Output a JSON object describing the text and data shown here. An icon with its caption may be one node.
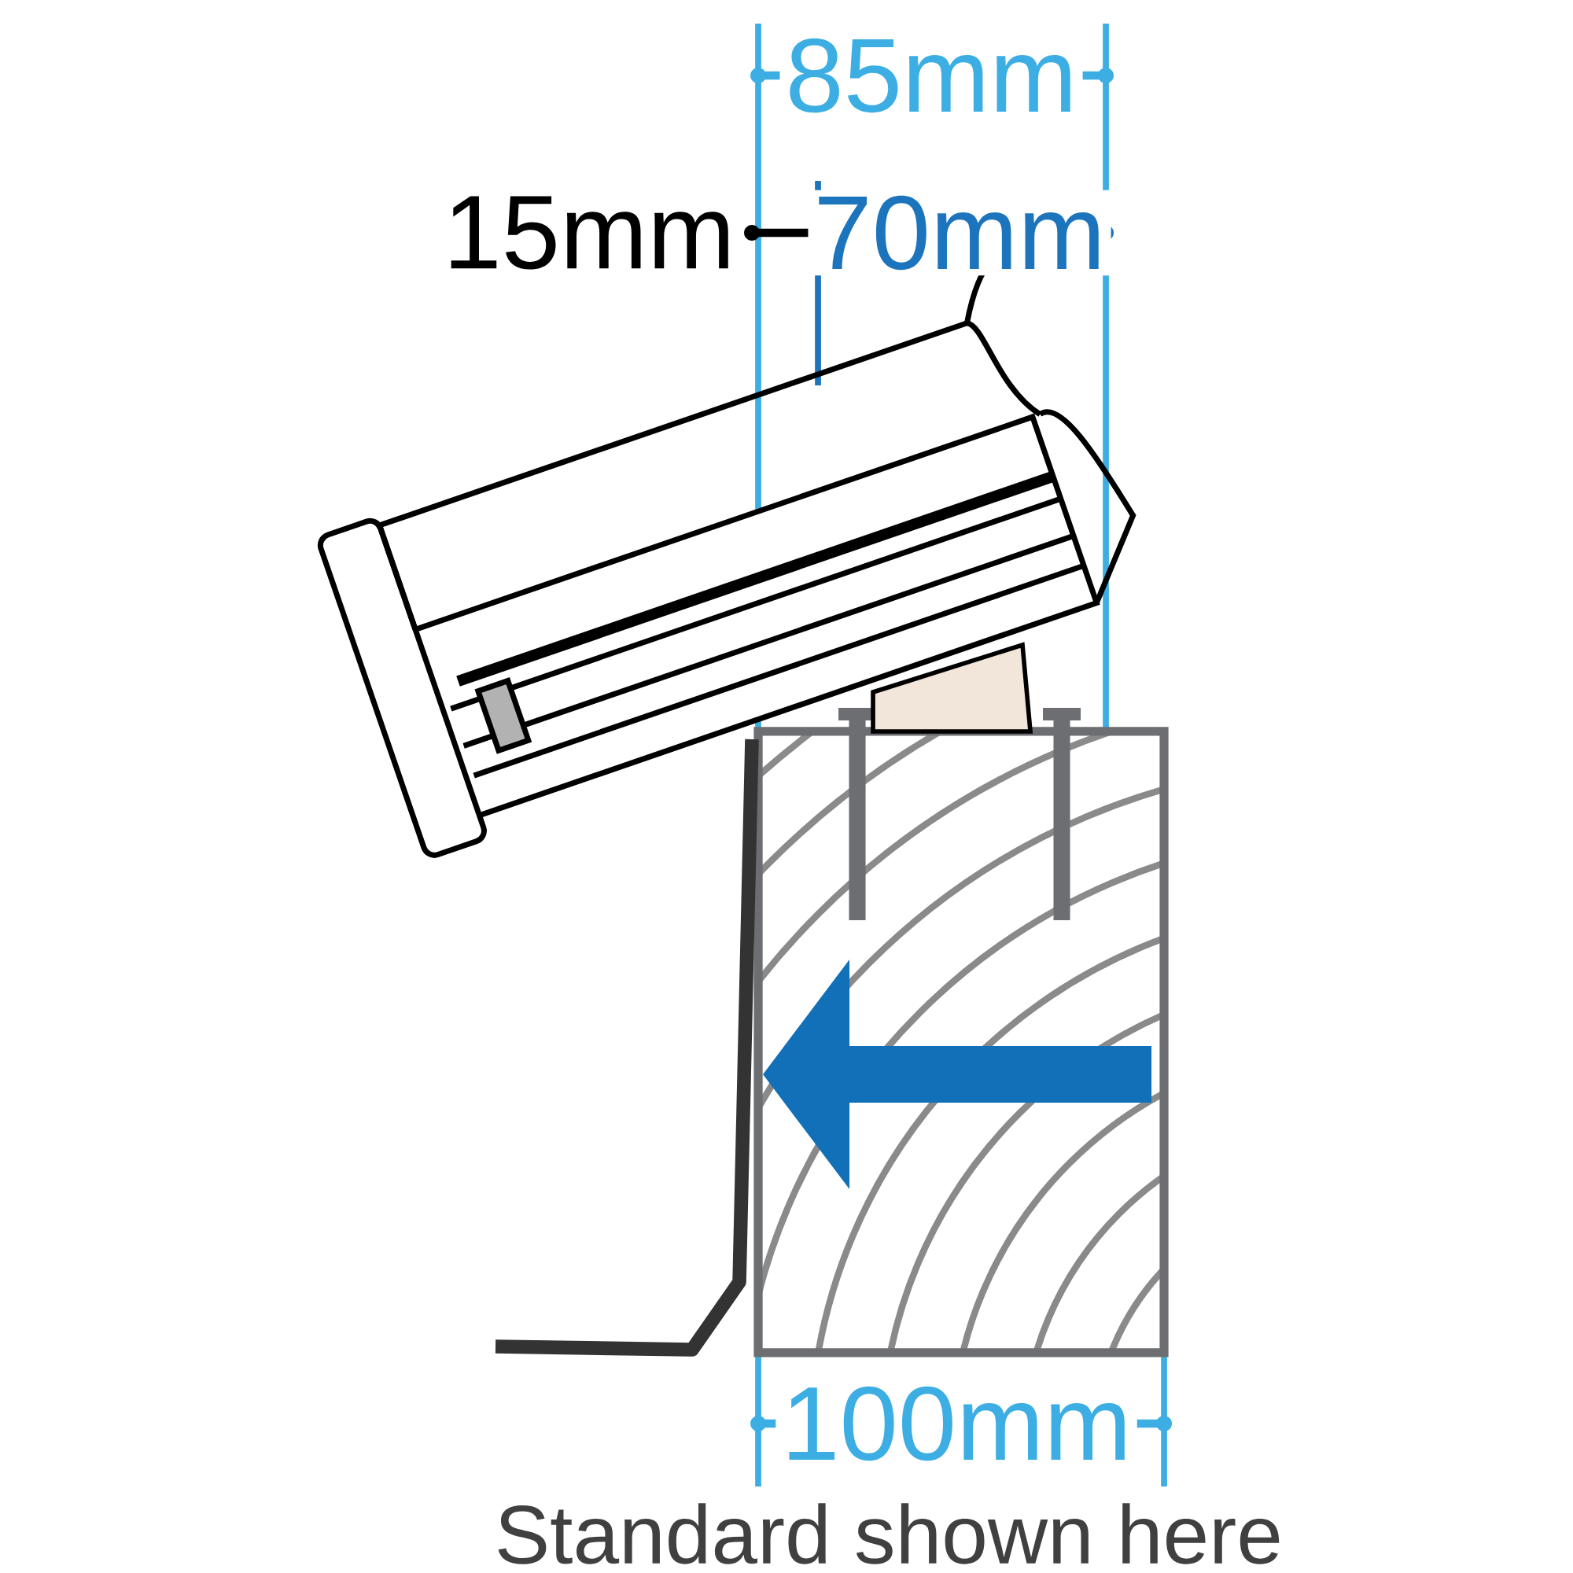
{
  "diagram": {
    "caption": "Standard shown here",
    "labels": [
      "85mm",
      "15mm",
      "70mm",
      "100mm"
    ]
  }
}
